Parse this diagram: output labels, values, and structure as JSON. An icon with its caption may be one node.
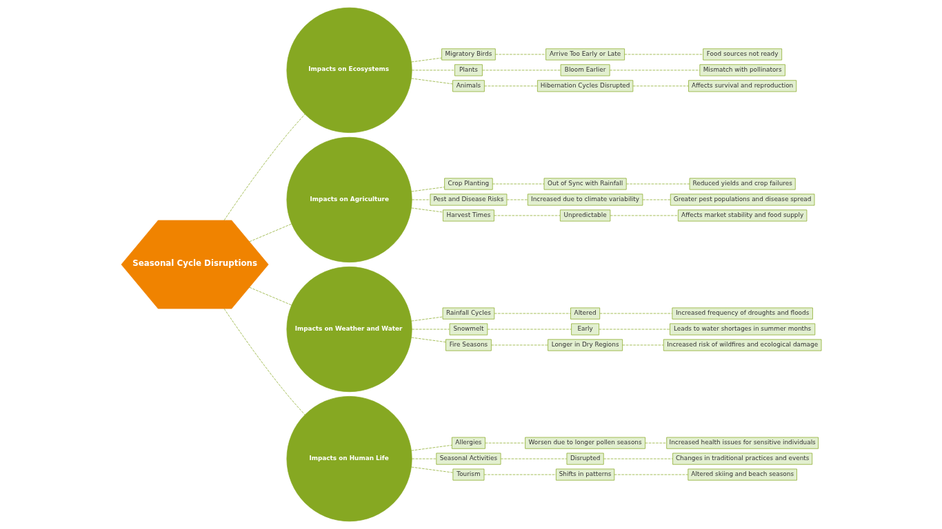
{
  "diagram": {
    "nodes": [
      {
        "text": [
          "Seasonal Cycle Disruptions"
        ]
      },
      {
        "text": [
          "Impacts on Ecosystems"
        ]
      },
      {
        "text": [
          "Migratory Birds"
        ]
      },
      {
        "text": [
          "Arrive Too Early or Late"
        ]
      },
      {
        "text": [
          "Food sources not ready"
        ]
      },
      {
        "text": [
          "Plants"
        ]
      },
      {
        "text": [
          "Bloom Earlier"
        ]
      },
      {
        "text": [
          "Mismatch with pollinators"
        ]
      },
      {
        "text": [
          "Animals"
        ]
      },
      {
        "text": [
          "Hibernation Cycles Disrupted"
        ]
      },
      {
        "text": [
          "Affects survival and reproduction"
        ]
      },
      {
        "text": [
          "Impacts on Agriculture"
        ]
      },
      {
        "text": [
          "Crop Planting"
        ]
      },
      {
        "text": [
          "Out of Sync with Rainfall"
        ]
      },
      {
        "text": [
          "Reduced yields and crop failures"
        ]
      },
      {
        "text": [
          "Pest and Disease Risks"
        ]
      },
      {
        "text": [
          "Increased due to climate variability"
        ]
      },
      {
        "text": [
          "Greater pest populations and disease spread"
        ]
      },
      {
        "text": [
          "Harvest Times"
        ]
      },
      {
        "text": [
          "Unpredictable"
        ]
      },
      {
        "text": [
          "Affects market stability and food supply"
        ]
      },
      {
        "text": [
          "Impacts on Weather and Water"
        ]
      },
      {
        "text": [
          "Rainfall Cycles"
        ]
      },
      {
        "text": [
          "Altered"
        ]
      },
      {
        "text": [
          "Increased frequency of droughts and floods"
        ]
      },
      {
        "text": [
          "Snowmelt"
        ]
      },
      {
        "text": [
          "Early"
        ]
      },
      {
        "text": [
          "Leads to water shortages in summer months"
        ]
      },
      {
        "text": [
          "Fire Seasons"
        ]
      },
      {
        "text": [
          "Longer in Dry Regions"
        ]
      },
      {
        "text": [
          "Increased risk of wildfires and ecological damage"
        ]
      },
      {
        "text": [
          "Impacts on Human Life"
        ]
      },
      {
        "text": [
          "Allergies"
        ]
      },
      {
        "text": [
          "Worsen due to longer pollen seasons"
        ]
      },
      {
        "text": [
          "Increased health issues for sensitive individuals"
        ]
      },
      {
        "text": [
          "Seasonal Activities"
        ]
      },
      {
        "text": [
          "Disrupted"
        ]
      },
      {
        "text": [
          "Changes in traditional practices and events"
        ]
      },
      {
        "text": [
          "Tourism"
        ]
      },
      {
        "text": [
          "Shifts in patterns"
        ]
      },
      {
        "text": [
          "Altered skiing and beach seasons"
        ]
      }
    ],
    "edges": [
      {
        "from": 0,
        "to": 1,
        "arrow": "none",
        "style": "dashed"
      },
      {
        "from": 1,
        "to": 2,
        "arrow": "none",
        "style": "dashed"
      },
      {
        "from": 2,
        "to": 3,
        "arrow": "none",
        "style": "dashed"
      },
      {
        "from": 3,
        "to": 4,
        "arrow": "none",
        "style": "dashed"
      },
      {
        "from": 1,
        "to": 5,
        "arrow": "none",
        "style": "dashed"
      },
      {
        "from": 5,
        "to": 6,
        "arrow": "none",
        "style": "dashed"
      },
      {
        "from": 6,
        "to": 7,
        "arrow": "none",
        "style": "dashed"
      },
      {
        "from": 1,
        "to": 8,
        "arrow": "none",
        "style": "dashed"
      },
      {
        "from": 8,
        "to": 9,
        "arrow": "none",
        "style": "dashed"
      },
      {
        "from": 9,
        "to": 10,
        "arrow": "none",
        "style": "dashed"
      },
      {
        "from": 0,
        "to": 11,
        "arrow": "none",
        "style": "dashed"
      },
      {
        "from": 11,
        "to": 12,
        "arrow": "none",
        "style": "dashed"
      },
      {
        "from": 12,
        "to": 13,
        "arrow": "none",
        "style": "dashed"
      },
      {
        "from": 13,
        "to": 14,
        "arrow": "none",
        "style": "dashed"
      },
      {
        "from": 11,
        "to": 15,
        "arrow": "none",
        "style": "dashed"
      },
      {
        "from": 15,
        "to": 16,
        "arrow": "none",
        "style": "dashed"
      },
      {
        "from": 16,
        "to": 17,
        "arrow": "none",
        "style": "dashed"
      },
      {
        "from": 11,
        "to": 18,
        "arrow": "none",
        "style": "dashed"
      },
      {
        "from": 18,
        "to": 19,
        "arrow": "none",
        "style": "dashed"
      },
      {
        "from": 19,
        "to": 20,
        "arrow": "none",
        "style": "dashed"
      },
      {
        "from": 0,
        "to": 21,
        "arrow": "none",
        "style": "dashed"
      },
      {
        "from": 21,
        "to": 22,
        "arrow": "none",
        "style": "dashed"
      },
      {
        "from": 22,
        "to": 23,
        "arrow": "none",
        "style": "dashed"
      },
      {
        "from": 23,
        "to": 24,
        "arrow": "none",
        "style": "dashed"
      },
      {
        "from": 21,
        "to": 25,
        "arrow": "none",
        "style": "dashed"
      },
      {
        "from": 25,
        "to": 26,
        "arrow": "none",
        "style": "dashed"
      },
      {
        "from": 26,
        "to": 27,
        "arrow": "none",
        "style": "dashed"
      },
      {
        "from": 21,
        "to": 28,
        "arrow": "none",
        "style": "dashed"
      },
      {
        "from": 28,
        "to": 29,
        "arrow": "none",
        "style": "dashed"
      },
      {
        "from": 29,
        "to": 30,
        "arrow": "none",
        "style": "dashed"
      },
      {
        "from": 0,
        "to": 31,
        "arrow": "none",
        "style": "dashed"
      },
      {
        "from": 31,
        "to": 32,
        "arrow": "none",
        "style": "dashed"
      },
      {
        "from": 32,
        "to": 33,
        "arrow": "none",
        "style": "dashed"
      },
      {
        "from": 33,
        "to": 34,
        "arrow": "none",
        "style": "dashed"
      },
      {
        "from": 31,
        "to": 35,
        "arrow": "none",
        "style": "dashed"
      },
      {
        "from": 35,
        "to": 36,
        "arrow": "none",
        "style": "dashed"
      },
      {
        "from": 36,
        "to": 37,
        "arrow": "none",
        "style": "dashed"
      },
      {
        "from": 31,
        "to": 38,
        "arrow": "none",
        "style": "dashed"
      },
      {
        "from": 38,
        "to": 39,
        "arrow": "none",
        "style": "dashed"
      },
      {
        "from": 39,
        "to": 40,
        "arrow": "none",
        "style": "dashed"
      }
    ]
  }
}
